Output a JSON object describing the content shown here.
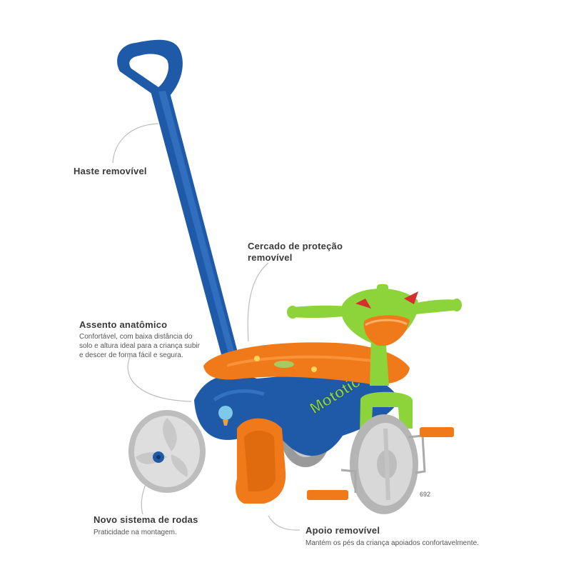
{
  "callouts": {
    "haste": {
      "title": "Haste removível"
    },
    "cercado": {
      "title_line1": "Cercado de proteção",
      "title_line2": "removível"
    },
    "assento": {
      "title": "Assento anatômico",
      "desc_line1": "Confortável, com baixa distância do",
      "desc_line2": "solo e altura ideal para a criança subir",
      "desc_line3": "e descer de forma fácil e segura."
    },
    "rodas": {
      "title": "Novo sistema de rodas",
      "desc": "Praticidade na montagem."
    },
    "apoio": {
      "title": "Apoio removível",
      "desc": "Mantém os pés da criança apoiados confortavelmente."
    }
  },
  "product": {
    "brand_text": "Mototico",
    "model_code": "692"
  },
  "colors": {
    "blue": "#1f5aa8",
    "orange": "#f07a1a",
    "green": "#8cd43a",
    "grey_wheel": "#cfcfcf"
  }
}
